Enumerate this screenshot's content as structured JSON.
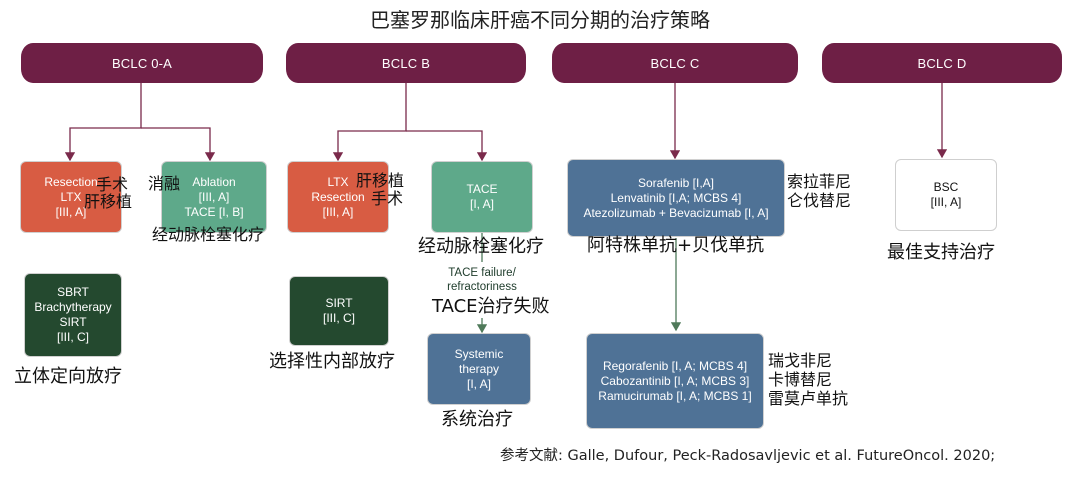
{
  "title": "巴塞罗那临床肝癌不同分期的治疗策略",
  "stages": {
    "a": "BCLC 0-A",
    "b": "BCLC B",
    "c": "BCLC C",
    "d": "BCLC D"
  },
  "boxes": {
    "resection": [
      "Resection",
      "LTX",
      "[III, A]"
    ],
    "ablation": [
      "Ablation",
      "[III, A]",
      "TACE [I, B]"
    ],
    "sbrt": [
      "SBRT",
      "Brachytherapy",
      "SIRT",
      "[III, C]"
    ],
    "ltx_resection": [
      "LTX",
      "Resection",
      "[III, A]"
    ],
    "tace": [
      "TACE",
      "[I, A]"
    ],
    "sirt": [
      "SIRT",
      "[III, C]"
    ],
    "systemic": [
      "Systemic",
      "therapy",
      "[I, A]"
    ],
    "first_line": [
      "Sorafenib [I,A]",
      "Lenvatinib [I,A; MCBS 4]",
      "Atezolizumab + Bevacizumab [I, A]"
    ],
    "second_line": [
      "Regorafenib [I, A; MCBS 4]",
      "Cabozantinib [I, A; MCBS 3]",
      "Ramucirumab [I, A; MCBS 1]"
    ],
    "bsc": [
      "BSC",
      "[III, A]"
    ]
  },
  "tace_failure": [
    "TACE failure/",
    "refractoriness"
  ],
  "zh_labels": {
    "surgery_1": "手术",
    "liver_transplant_1": "肝移植",
    "ablation_zh": "消融",
    "tace_zh_1": "经动脉栓塞化疗",
    "sbrt_zh": "立体定向放疗",
    "liver_transplant_2": "肝移植",
    "surgery_2": "手术",
    "sirt_zh": "选择性内部放疗",
    "tace_zh_2": "经动脉栓塞化疗",
    "tace_fail_zh": "TACE治疗失败",
    "systemic_zh": "系统治疗",
    "sorafenib_zh": "索拉菲尼",
    "lenvatinib_zh": "仑伐替尼",
    "atezo_zh": "阿特株单抗+贝伐单抗",
    "regorafenib_zh": "瑞戈非尼",
    "cabozantinib_zh": "卡博替尼",
    "ramucirumab_zh": "雷莫卢单抗",
    "bsc_zh": "最佳支持治疗"
  },
  "reference": "参考文献: Galle, Dufour, Peck-Radosavljevic et al. FutureOncol. 2020;",
  "colors": {
    "stage": "#6e1f45",
    "red": "#d85c43",
    "green": "#5ea98a",
    "dark_green": "#24492f",
    "blue": "#4f7296",
    "connector_stage": "#7a2a4b",
    "connector_green": "#4f7a5a"
  }
}
